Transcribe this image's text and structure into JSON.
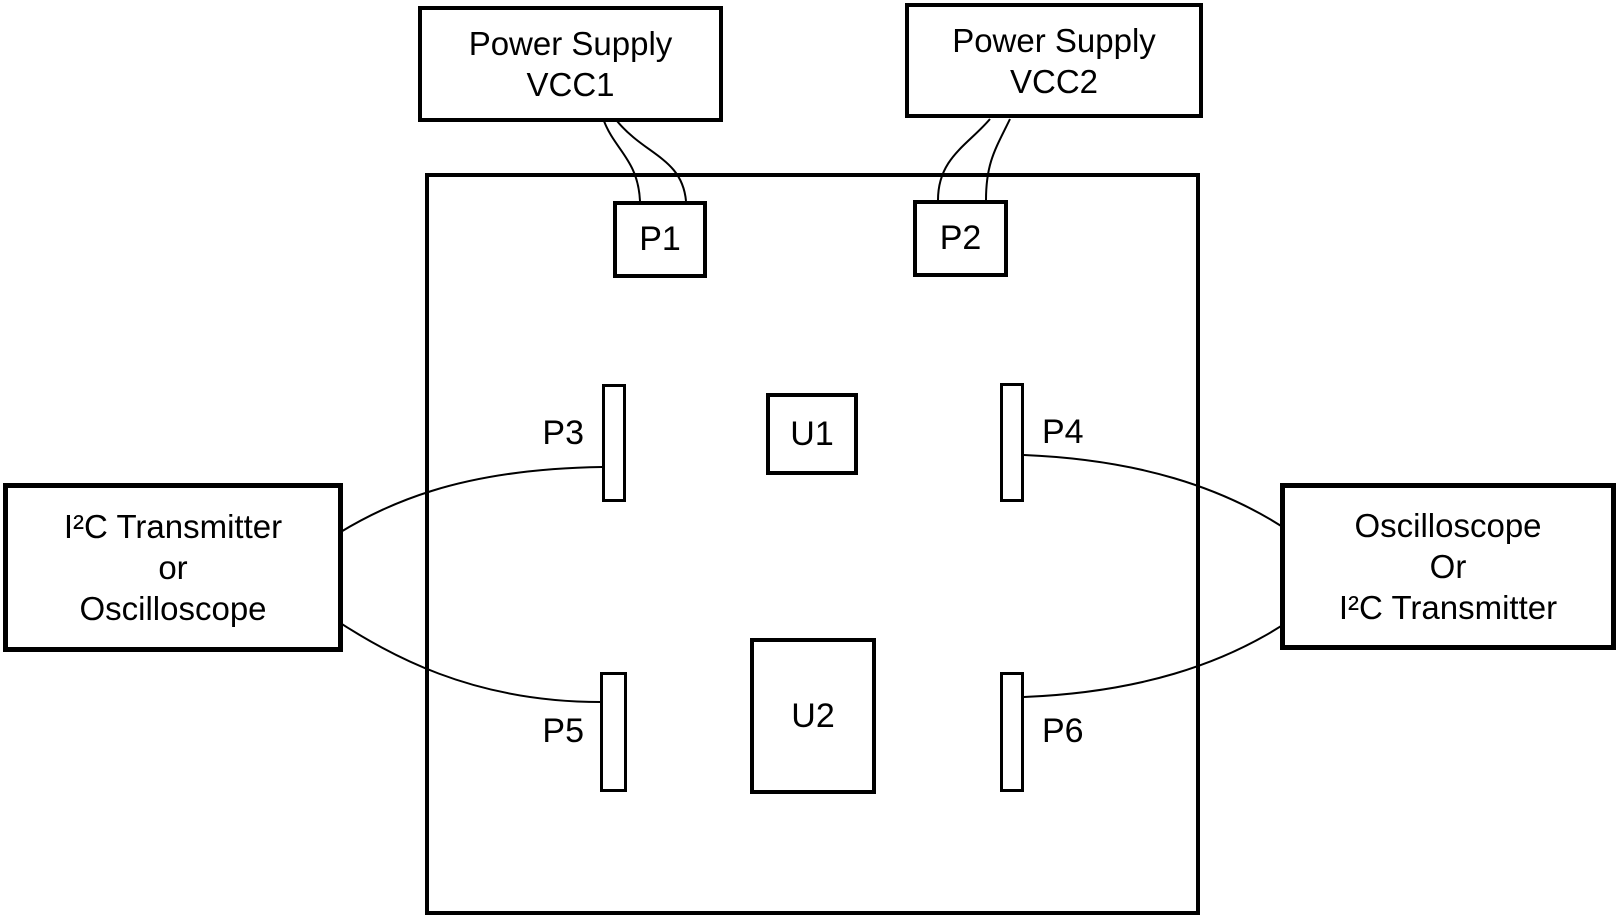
{
  "colors": {
    "line": "#000000",
    "background": "#ffffff"
  },
  "power_supply_vcc1": {
    "line1": "Power Supply",
    "line2": "VCC1"
  },
  "power_supply_vcc2": {
    "line1": "Power Supply",
    "line2": "VCC2"
  },
  "board": {
    "connectors": {
      "p1": "P1",
      "p2": "P2",
      "p3": "P3",
      "p4": "P4",
      "p5": "P5",
      "p6": "P6"
    },
    "ics": {
      "u1": "U1",
      "u2": "U2"
    }
  },
  "left_instrument": {
    "line1": "I²C Transmitter",
    "line2": "or",
    "line3": "Oscilloscope"
  },
  "right_instrument": {
    "line1": "Oscilloscope",
    "line2": "Or",
    "line3": "I²C Transmitter"
  }
}
